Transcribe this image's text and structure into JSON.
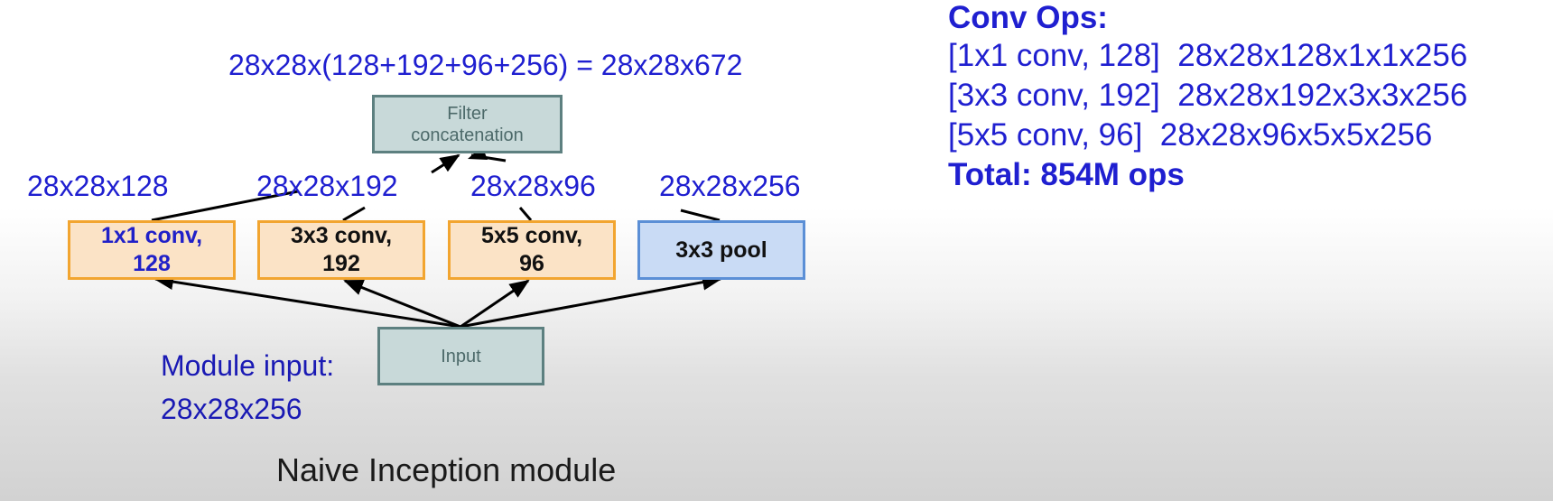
{
  "diagram": {
    "top_formula": "28x28x(128+192+96+256) = 28x28x672",
    "filter_box": {
      "line1": "Filter",
      "line2": "concatenation"
    },
    "branches": [
      {
        "dim": "28x28x128",
        "line1": "1x1 conv,",
        "line2": "128"
      },
      {
        "dim": "28x28x192",
        "line1": "3x3 conv,",
        "line2": "192"
      },
      {
        "dim": "28x28x96",
        "line1": "5x5 conv,",
        "line2": "96"
      },
      {
        "dim": "28x28x256",
        "line1": "3x3 pool"
      }
    ],
    "input_box": "Input",
    "module_input": {
      "line1": "Module input:",
      "line2": "28x28x256"
    },
    "caption": "Naive Inception module"
  },
  "conv_ops": {
    "heading": "Conv Ops:",
    "lines": [
      "[1x1 conv, 128]  28x28x128x1x1x256",
      "[3x3 conv, 192]  28x28x192x3x3x256",
      "[5x5 conv, 96]  28x28x96x5x5x256"
    ],
    "total": "Total: 854M ops"
  },
  "colors": {
    "text_blue": "#1f1fd0",
    "conv_fill": "#fbe3c6",
    "conv_border": "#f2a530",
    "pool_fill": "#c9dbf5",
    "pool_border": "#5b8fd6",
    "gray_fill": "#c8d9d9",
    "gray_border": "#5d8080"
  }
}
